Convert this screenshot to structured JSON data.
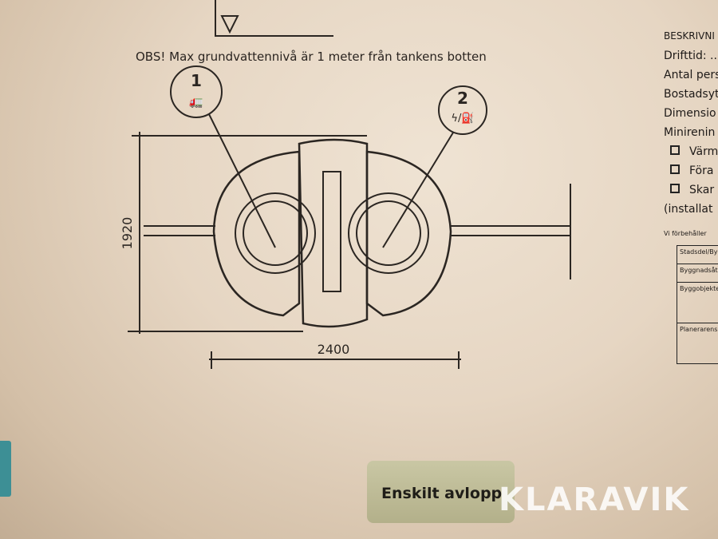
{
  "notice": "OBS! Max grundvattennivå är 1 meter från tankens botten",
  "drawing": {
    "callout_1": "1",
    "callout_2": "2",
    "callout_1_icon": "tanker-truck-icon",
    "callout_2_icon": "electricity-and-chemical-icon",
    "dimension_height": "1920",
    "dimension_width": "2400"
  },
  "description_panel": {
    "title": "BESKRIVNI",
    "rows": [
      "Drifttid: ...",
      "Antal pers",
      "Bostadsyt",
      "Dimensio",
      "Minirenin"
    ],
    "checkboxes": [
      "Värm",
      "Föra",
      "Skar"
    ],
    "note": "(installat",
    "reservation": "Vi förbehåller",
    "table": [
      "Stadsdel/By",
      "Byggnadsåtg",
      "Byggobjekte",
      "Planerarens"
    ]
  },
  "label": "Enskilt avlopp",
  "watermark": "KLARAVIK"
}
